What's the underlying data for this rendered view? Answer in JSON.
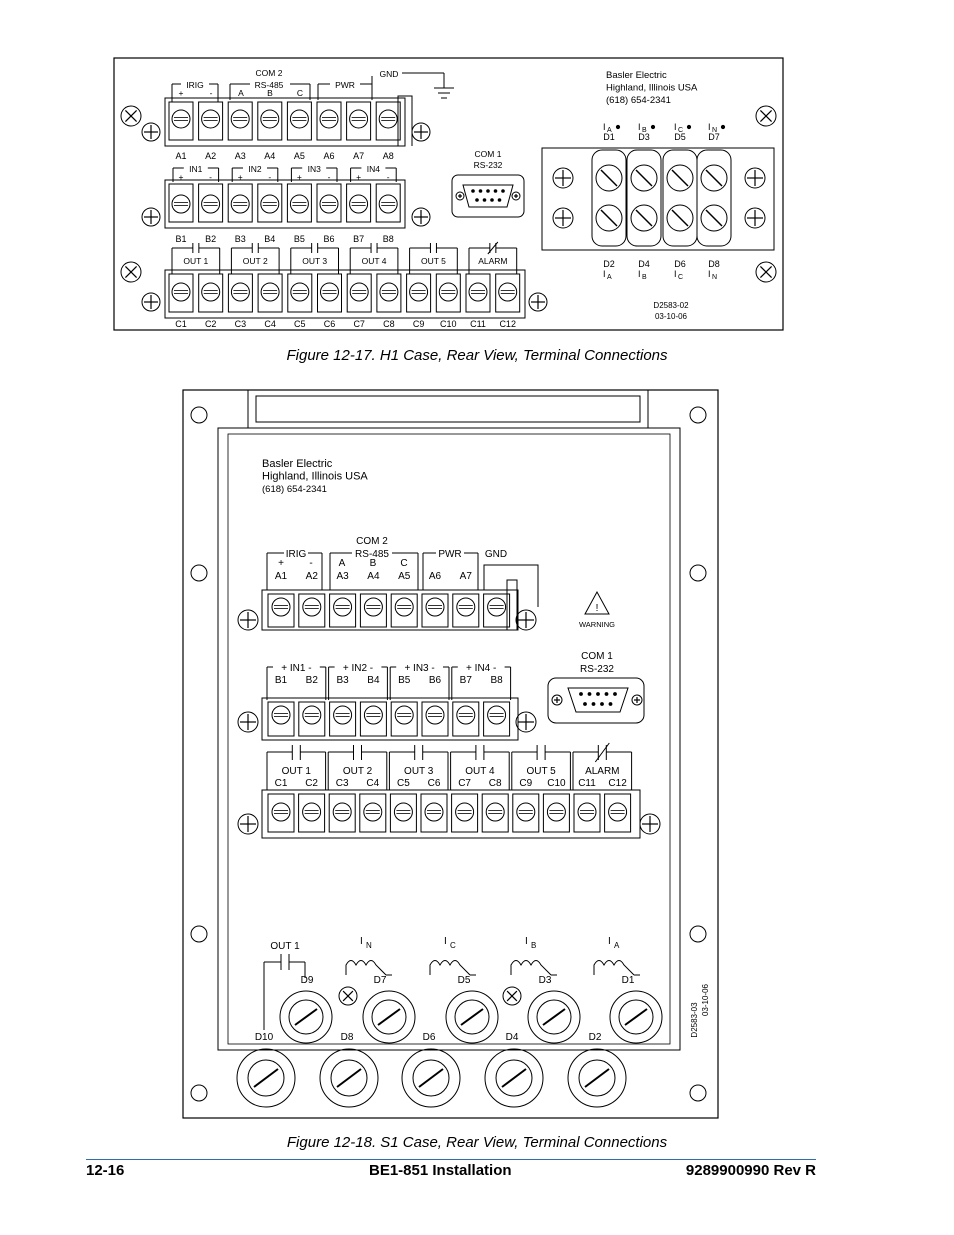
{
  "fig17": {
    "caption": "Figure 12-17. H1 Case, Rear View, Terminal Connections",
    "company": [
      "Basler Electric",
      "Highland, Illinois USA",
      "(618) 654-2341"
    ],
    "groups_a": {
      "irig": "IRIG",
      "com2": "COM 2",
      "rs485": "RS-485",
      "pwr": "PWR",
      "gnd": "GND"
    },
    "signs_a": [
      "+",
      "-",
      "A",
      "B",
      "C"
    ],
    "row_a": [
      "A1",
      "A2",
      "A3",
      "A4",
      "A5",
      "A6",
      "A7",
      "A8"
    ],
    "groups_b": [
      "IN1",
      "IN2",
      "IN3",
      "IN4"
    ],
    "signs_b": [
      "+",
      "-",
      "+",
      "-",
      "+",
      "-",
      "+",
      "-"
    ],
    "row_b": [
      "B1",
      "B2",
      "B3",
      "B4",
      "B5",
      "B6",
      "B7",
      "B8"
    ],
    "groups_c": [
      "OUT 1",
      "OUT 2",
      "OUT 3",
      "OUT 4",
      "OUT 5",
      "ALARM"
    ],
    "row_c": [
      "C1",
      "C2",
      "C3",
      "C4",
      "C5",
      "C6",
      "C7",
      "C8",
      "C9",
      "C10",
      "C11",
      "C12"
    ],
    "com1": [
      "COM 1",
      "RS-232"
    ],
    "ct_top": [
      [
        "I",
        "A",
        "D1"
      ],
      [
        "I",
        "B",
        "D3"
      ],
      [
        "I",
        "C",
        "D5"
      ],
      [
        "I",
        "N",
        "D7"
      ]
    ],
    "ct_bottom": [
      [
        "D2",
        "I",
        "A"
      ],
      [
        "D4",
        "I",
        "B"
      ],
      [
        "D6",
        "I",
        "C"
      ],
      [
        "D8",
        "I",
        "N"
      ]
    ],
    "drawing_no": [
      "D2583-02",
      "03-10-06"
    ]
  },
  "fig18": {
    "caption": "Figure 12-18. S1 Case, Rear View, Terminal Connections",
    "company": [
      "Basler Electric",
      "Highland, Illinois USA",
      "(618) 654-2341"
    ],
    "groups_a": {
      "irig": "IRIG",
      "com2": "COM 2",
      "rs485": "RS-485",
      "pwr": "PWR",
      "gnd": "GND"
    },
    "signs_a": [
      "+",
      "-",
      "A",
      "B",
      "C"
    ],
    "row_a": [
      "A1",
      "A2",
      "A3",
      "A4",
      "A5",
      "A6",
      "A7"
    ],
    "groups_b": [
      "+ IN1 -",
      "+ IN2 -",
      "+ IN3 -",
      "+ IN4 -"
    ],
    "row_b": [
      "B1",
      "B2",
      "B3",
      "B4",
      "B5",
      "B6",
      "B7",
      "B8"
    ],
    "groups_c": [
      "OUT 1",
      "OUT 2",
      "OUT 3",
      "OUT 4",
      "OUT 5",
      "ALARM"
    ],
    "row_c": [
      "C1",
      "C2",
      "C3",
      "C4",
      "C5",
      "C6",
      "C7",
      "C8",
      "C9",
      "C10",
      "C11",
      "C12"
    ],
    "warning": "WARNING",
    "com1": [
      "COM 1",
      "RS-232"
    ],
    "ct_labels": [
      [
        "OUT 1",
        "",
        ""
      ],
      [
        "I",
        "N",
        "D7"
      ],
      [
        "I",
        "C",
        "D5"
      ],
      [
        "I",
        "B",
        "D3"
      ],
      [
        "I",
        "A",
        "D1"
      ]
    ],
    "d9": "D9",
    "bottom_labels": [
      "D10",
      "D8",
      "D6",
      "D4",
      "D2"
    ],
    "drawing_no": [
      "D2583-03",
      "03-10-06"
    ]
  },
  "footer": {
    "page": "12-16",
    "title": "BE1-851 Installation",
    "doc": "9289900990 Rev R"
  }
}
